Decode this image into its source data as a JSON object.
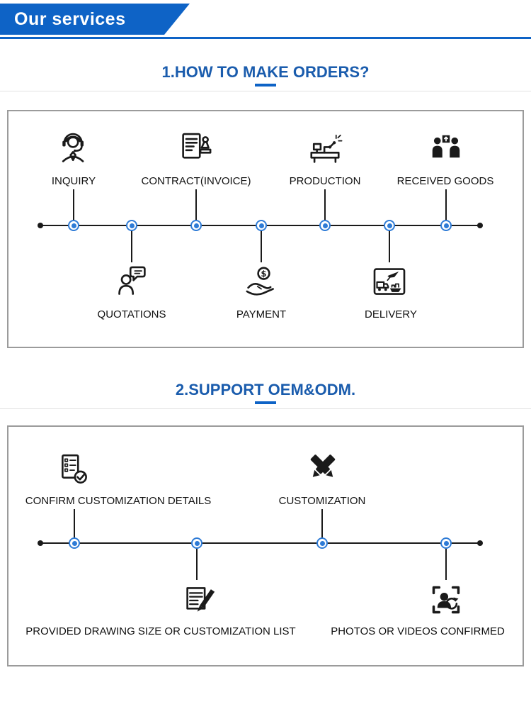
{
  "banner": {
    "label": "Our services"
  },
  "colors": {
    "banner_blue": "#0e63c6",
    "title_blue": "#1a5cad",
    "node_blue": "#2e7bd6",
    "line_dark": "#1a1a1a",
    "panel_border": "#9b9b9b"
  },
  "section1": {
    "title": "1.HOW TO MAKE ORDERS?",
    "steps_top": [
      {
        "label": "INQUIRY",
        "icon": "inquiry-icon"
      },
      {
        "label": "CONTRACT(INVOICE)",
        "icon": "contract-icon"
      },
      {
        "label": "PRODUCTION",
        "icon": "production-icon"
      },
      {
        "label": "RECEIVED GOODS",
        "icon": "received-goods-icon"
      }
    ],
    "steps_bottom": [
      {
        "label": "QUOTATIONS",
        "icon": "quotations-icon"
      },
      {
        "label": "PAYMENT",
        "icon": "payment-icon"
      },
      {
        "label": "DELIVERY",
        "icon": "delivery-icon"
      }
    ]
  },
  "section2": {
    "title": "2.SUPPORT OEM&ODM.",
    "steps_top": [
      {
        "label": "CONFIRM CUSTOMIZATION DETAILS",
        "icon": "confirm-details-icon"
      },
      {
        "label": "CUSTOMIZATION",
        "icon": "customization-icon"
      }
    ],
    "steps_bottom": [
      {
        "label": "PROVIDED DRAWING SIZE OR CUSTOMIZATION LIST",
        "icon": "drawing-list-icon"
      },
      {
        "label": "PHOTOS OR VIDEOS CONFIRMED",
        "icon": "photos-confirmed-icon"
      }
    ]
  }
}
